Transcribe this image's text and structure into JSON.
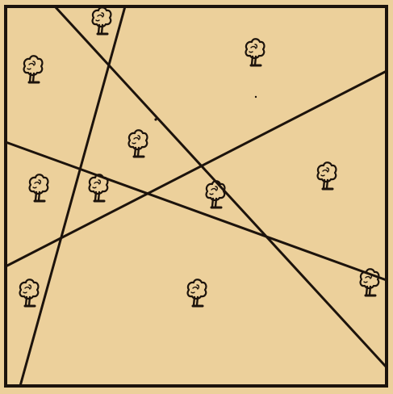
{
  "puzzle": {
    "colors": {
      "background": "#ecd09b",
      "ink": "#1c130c"
    },
    "field": {
      "shape": "square",
      "border": "thick"
    },
    "fence_lines": 4,
    "tree_count": 11,
    "tree_icon": "tree-icon"
  }
}
